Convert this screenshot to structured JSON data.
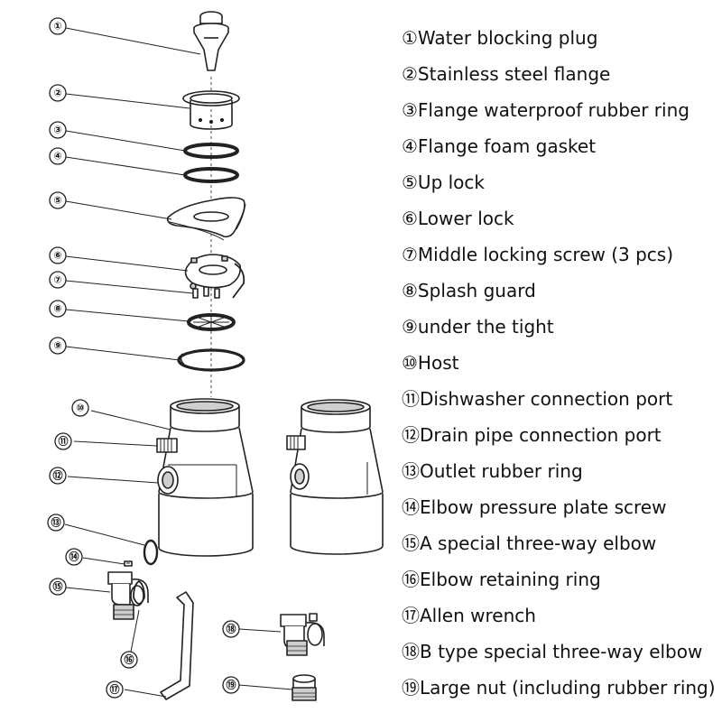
{
  "callouts": [
    "①",
    "②",
    "③",
    "④",
    "⑤",
    "⑥",
    "⑦",
    "⑧",
    "⑨",
    "⑩",
    "⑪",
    "⑫",
    "⑬",
    "⑭",
    "⑮",
    "⑯",
    "⑰",
    "⑱",
    "⑲"
  ],
  "legend": [
    "①Water blocking plug",
    "②Stainless steel flange",
    "③Flange waterproof rubber ring",
    "④Flange foam gasket",
    "⑤Up lock",
    "⑥Lower lock",
    "⑦Middle locking screw (3 pcs)",
    "⑧Splash guard",
    "⑨under the tight",
    "⑩Host",
    "⑪Dishwasher connection port",
    "⑫Drain pipe connection port",
    "⑬Outlet rubber ring",
    "⑭Elbow pressure plate screw",
    "⑮A special three-way elbow",
    "⑯Elbow retaining ring",
    "⑰Allen wrench",
    "⑱B type special three-way elbow",
    "⑲Large nut (including rubber ring)"
  ],
  "colors": {
    "line": "#222222",
    "fill": "#ffffff",
    "shade": "#cfcfcf",
    "text": "#111111"
  }
}
